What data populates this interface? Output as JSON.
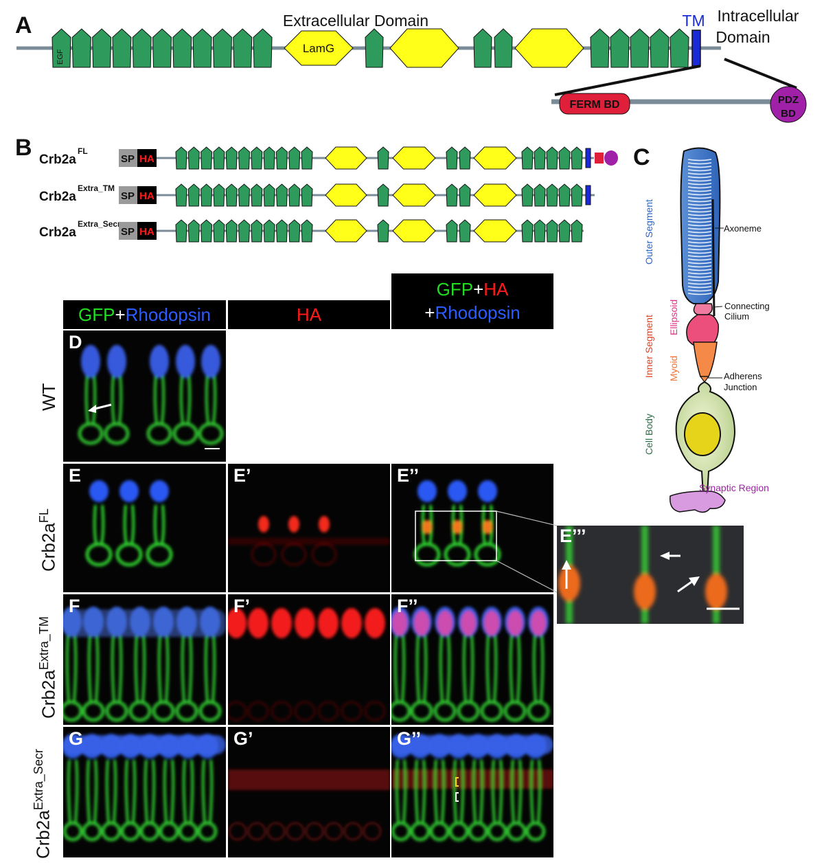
{
  "panel_a": {
    "letter": "A",
    "extracellular_label": "Extracellular Domain",
    "tm_label": "TM",
    "intracellular_label_1": "Intracellular",
    "intracellular_label_2": "Domain",
    "egf_label": "EGF",
    "lamg_label": "LamG",
    "ferm_label": "FERM BD",
    "pdz_label_1": "PDZ",
    "pdz_label_2": "BD"
  },
  "panel_b": {
    "letter": "B",
    "constructs": [
      {
        "name": "Crb2a",
        "sup": "FL",
        "sp": "SP",
        "ha": "HA"
      },
      {
        "name": "Crb2a",
        "sup": "Extra_TM",
        "sp": "SP",
        "ha": "HA"
      },
      {
        "name": "Crb2a",
        "sup": "Extra_Secr",
        "sp": "SP",
        "ha": "HA"
      }
    ]
  },
  "panel_c": {
    "letter": "C",
    "outer_segment": "Outer Segment",
    "inner_segment": "Inner Segment",
    "ellipsoid": "Ellipsoid",
    "myoid": "Myoid",
    "cell_body": "Cell Body",
    "axoneme": "Axoneme",
    "connecting_cilium_1": "Connecting",
    "connecting_cilium_2": "Cilium",
    "adherens_1": "Adherens",
    "adherens_2": "Junction",
    "synaptic_region": "Synaptic Region"
  },
  "headers": {
    "col1_green": "GFP",
    "col1_plus": "+",
    "col1_blue": "Rhodopsin",
    "col2": "HA",
    "col3_green": "GFP",
    "col3_plus1": "+",
    "col3_red": "HA",
    "col3_plus2": "+",
    "col3_blue": "Rhodopsin"
  },
  "rows": {
    "wt": "WT",
    "fl_base": "Crb2a",
    "fl_sup": "FL",
    "tm_base": "Crb2a",
    "tm_sup": "Extra_TM",
    "secr_base": "Crb2a",
    "secr_sup": "Extra_Secr"
  },
  "panel_letters": {
    "d": "D",
    "e": "E",
    "e1": "E’",
    "e2": "E’’",
    "e3": "E’’’",
    "f": "F",
    "f1": "F’",
    "f2": "F’’",
    "g": "G",
    "g1": "G’",
    "g2": "G’’"
  },
  "colors": {
    "egf_green": "#2e9a5c",
    "lamg_yellow": "#ffff1a",
    "tm_blue": "#1a2bd6",
    "ferm_red": "#e0203a",
    "pdz_purple": "#a020a8",
    "backbone": "#7a8c98",
    "gfp": "#22dd22",
    "rhodopsin": "#2a5cff",
    "ha": "#ff1a1a"
  }
}
